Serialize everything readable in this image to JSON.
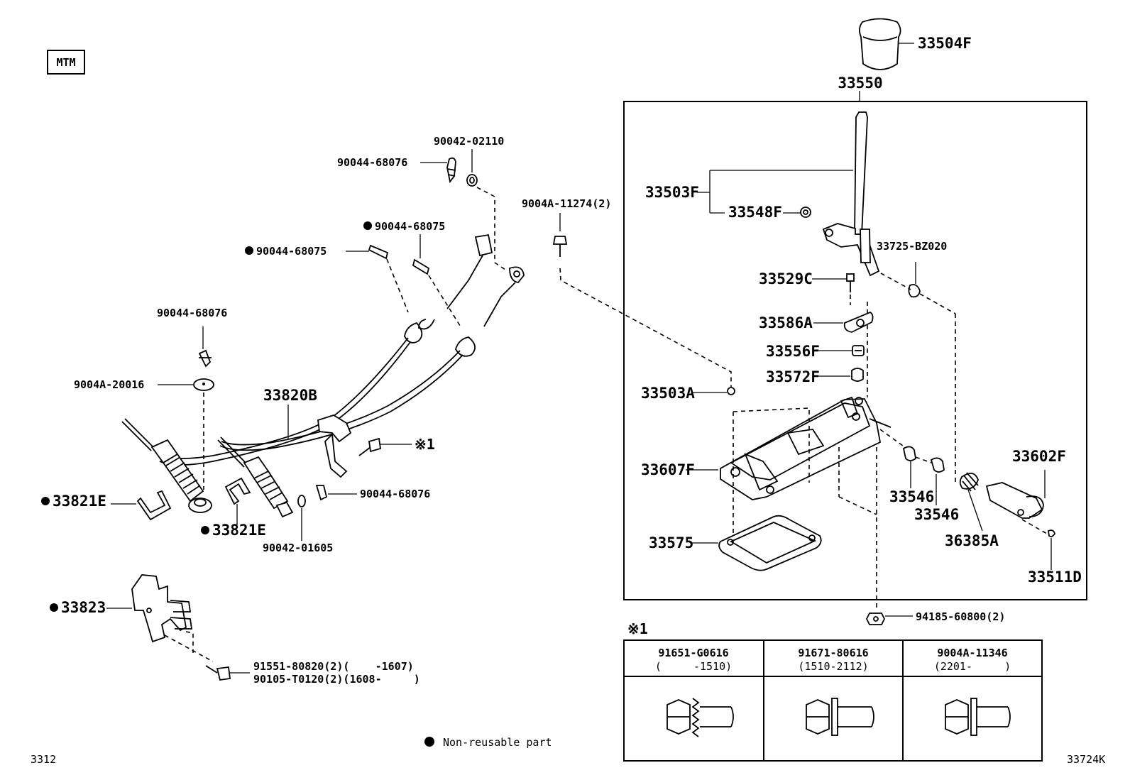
{
  "tag": "MTM",
  "figure_id": "3312",
  "drawing_id": "33724K",
  "legend": "Non-reusable part",
  "note_ref": "※1",
  "parts": {
    "knob": "33504F",
    "lever_assy": "33550",
    "lever": "33503F",
    "lever_bushing": "33548F",
    "bz020": "33725-BZ020",
    "bolt_33529c": "33529C",
    "plate_33586a": "33586A",
    "seat_33556f": "33556F",
    "seat_33572f": "33572F",
    "nut_33503a": "33503A",
    "housing": "33607F",
    "gasket": "33575",
    "bush1": "33546",
    "bush2": "33546",
    "lever_33602f": "33602F",
    "spring_36385a": "36385A",
    "clip_33511d": "33511D",
    "nut_94185": "94185-60800(2)",
    "bolt_9004a_11274": "9004A-11274(2)",
    "pin_02110": "90042-02110",
    "pin_68076_top": "90044-68076",
    "pin_68075_a": "90044-68075",
    "pin_68075_b": "90044-68075",
    "pin_68076_left": "90044-68076",
    "washer_20016": "9004A-20016",
    "cable": "33820B",
    "bolt_ref": "※1",
    "pin_68076_right": "90044-68076",
    "clip_33821e_a": "33821E",
    "clip_33821e_b": "33821E",
    "washer_01605": "90042-01605",
    "bracket": "33823",
    "bolt_80820": "91551-80820(2)(    -1607)",
    "bolt_t0120": "90105-T0120(2)(1608-     )"
  },
  "bolt_table": {
    "columns": [
      {
        "part": "91651-G0616",
        "range": "(     -1510)"
      },
      {
        "part": "91671-80616",
        "range": "(1510-2112)"
      },
      {
        "part": "9004A-11346",
        "range": "(2201-     )"
      }
    ]
  }
}
